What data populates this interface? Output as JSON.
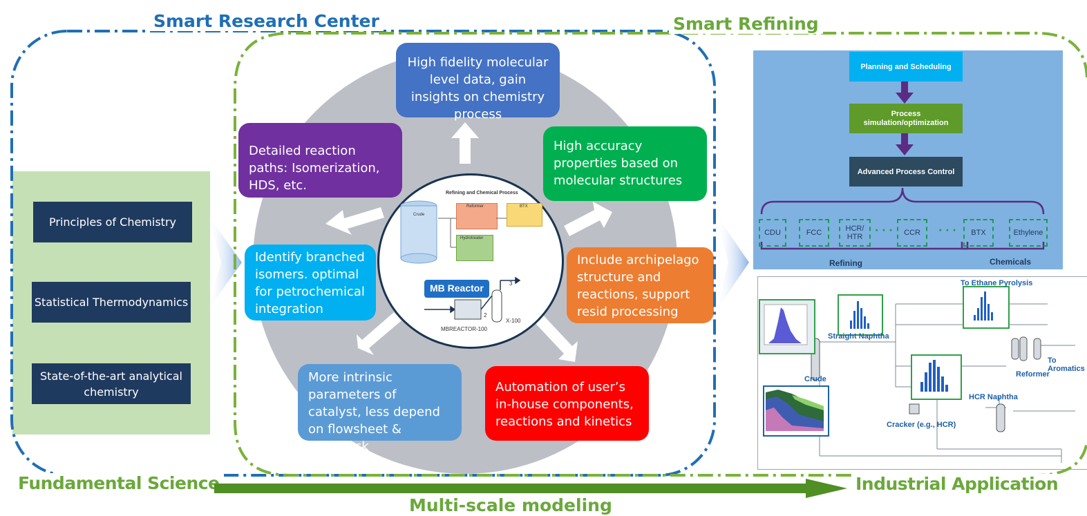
{
  "titles": {
    "smart_research_center": "Smart Research Center",
    "smart_refining": "Smart Refining",
    "fundamental_science": "Fundamental Science",
    "industrial_application": "Industrial Application",
    "multi_scale_modeling": "Multi-scale modeling"
  },
  "fundamentals": [
    "Principles of Chemistry",
    "Statistical Thermodynamics",
    "State-of-the-art analytical chemistry"
  ],
  "bubbles": {
    "top": "High fidelity molecular level data, gain insights on chemistry process",
    "upper_left": "Detailed reaction paths: Isomerization, HDS, etc.",
    "upper_right": "High accuracy properties based on molecular structures",
    "mid_left": "Identify branched isomers. optimal for petrochemical integration",
    "mid_right": "Include archipelago structure and reactions, support resid processing",
    "lower_left": "More intrinsic parameters of catalyst, less depend on flowsheet & feedstock",
    "lower_right": "Automation of user’s in-house components, reactions and kinetics"
  },
  "center": {
    "title": "Refining and Chemical Process",
    "crude": "Crude",
    "reformer": "Reformer",
    "btx": "BTX",
    "hydrotreater": "Hydrotreater",
    "mb_reactor": "MB Reactor",
    "mbreactor_label": "MBREACTOR-100",
    "x100": "X-100",
    "stream_2": "2",
    "stream_3": "3"
  },
  "refining_flow": {
    "planning": "Planning and Scheduling",
    "simulation": "Process simulation/optimization",
    "apc": "Advanced Process Control",
    "units": [
      "CDU",
      "FCC",
      "HCR/ HTR",
      "CCR",
      "BTX",
      "Ethylene"
    ],
    "dots": "· · ·",
    "refining": "Refining",
    "chemicals": "Chemicals"
  },
  "pfd": {
    "straight_naphtha": "Straight Naphtha",
    "crude": "Crude",
    "to_ethane_pyrolysis": "To Ethane Pyrolysis",
    "to_aromatics": "To Aromatics",
    "reformer": "Reformer",
    "hcr_naphtha": "HCR Naphtha",
    "cracker": "Cracker (e.g., HCR)"
  },
  "colors": {
    "blue_title": "#1f6fb5",
    "green_title": "#6aa83b",
    "navy": "#1f3a5f",
    "purple": "#7030a0",
    "royal_blue": "#4472c4",
    "green": "#00b050",
    "cyan": "#00b0f0",
    "orange": "#ed7d31",
    "light_blue": "#5b9bd5",
    "red": "#ff0000",
    "panel_blue": "#7fb2e0",
    "panel_green": "#c5e0b4"
  }
}
